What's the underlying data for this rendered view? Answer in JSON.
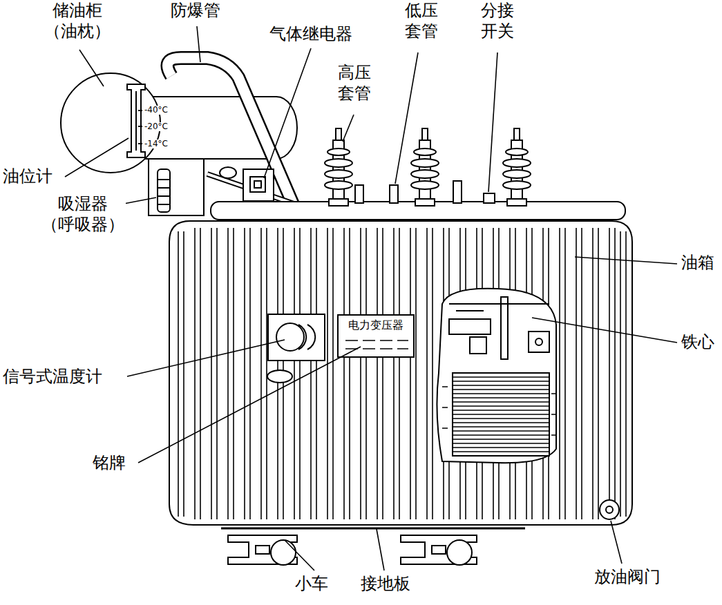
{
  "diagram": {
    "nodes": [
      {
        "text": [
          "电力变压器"
        ]
      }
    ],
    "labels": [
      "储油柜 （油枕）",
      "防爆管",
      "气体继电器",
      "低压 套管",
      "分接 开关",
      "高压 套管",
      "-40°C",
      "-20°C",
      "-14°C",
      "油位计",
      "吸湿器 （呼吸器）",
      "油箱",
      "铁心",
      "信号式温度计",
      "铭牌",
      "小车",
      "接地板",
      "放油阀门"
    ]
  }
}
